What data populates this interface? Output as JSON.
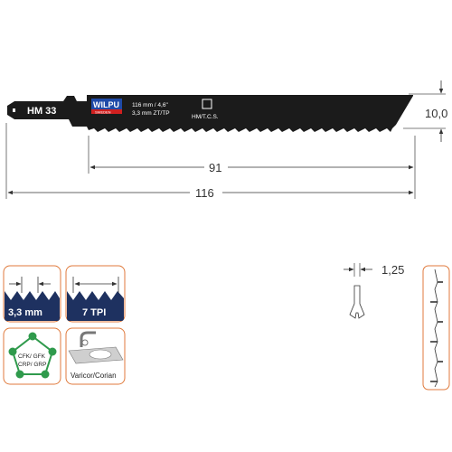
{
  "blade": {
    "code": "HM 33",
    "brand": "WILPU",
    "brand_sub": "SWEDEN",
    "spec_line1": "116 mm / 4,6\"",
    "spec_line2": "3,3 mm ZT/TP",
    "material": "HM/T.C.S."
  },
  "dimensions": {
    "width": "10,0",
    "working_length": "91",
    "total_length": "116",
    "thickness": "1,25"
  },
  "features": {
    "tooth_pitch": "3,3 mm",
    "tpi": "7 TPI",
    "materials_1": "CFK/ GFK",
    "materials_2": "CRP/ GRP",
    "application": "Varicor/Corian"
  },
  "colors": {
    "blade": "#1b1b1b",
    "badge_blue": "#1e3160",
    "tile_border": "#e07a3c",
    "node_green": "#2f9a4c",
    "logo_blue": "#1f4aa8",
    "logo_red": "#d02020"
  }
}
